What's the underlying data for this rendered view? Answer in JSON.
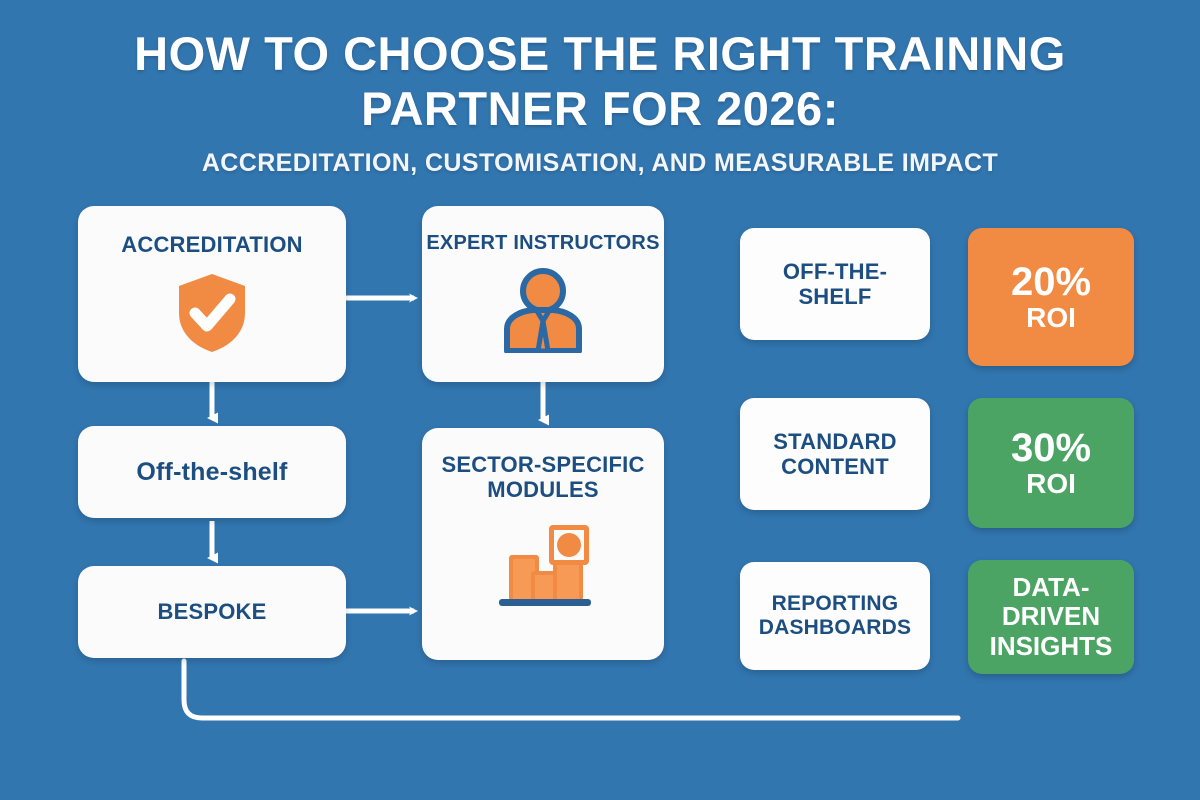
{
  "theme": {
    "background": "#3276b0",
    "card_bg": "#fbfbfb",
    "text_blue": "#1d4e82",
    "accent_orange": "#f18a42",
    "accent_green": "#4ba464",
    "connector": "#ffffff"
  },
  "header": {
    "title_line_1": "HOW TO CHOOSE THE RIGHT TRAINING",
    "title_line_2": "PARTNER FOR 2026:",
    "subtitle": "ACCREDITATION, CUSTOMISATION, AND MEASURABLE IMPACT"
  },
  "flow": {
    "accreditation": {
      "label": "ACCREDITATION",
      "icon": "shield-check-icon"
    },
    "expert_instructors": {
      "label": "EXPERT INSTRUCTORS",
      "icon": "person-tie-icon"
    },
    "off_the_shelf": {
      "label": "Off-the-shelf"
    },
    "bespoke": {
      "label": "BESPOKE"
    },
    "sector_modules": {
      "label_line_1": "SECTOR-SPECIFIC",
      "label_line_2": "MODULES",
      "icon": "bar-chart-icon"
    }
  },
  "comparison": {
    "rows": [
      {
        "label_line_1": "OFF-THE-",
        "label_line_2": "SHELF",
        "metric_big": "20%",
        "metric_small": "ROI",
        "metric_color": "#f18a42"
      },
      {
        "label_line_1": "STANDARD",
        "label_line_2": "CONTENT",
        "metric_big": "30%",
        "metric_small": "ROI",
        "metric_color": "#4ba464"
      },
      {
        "label_line_1": "REPORTING",
        "label_line_2": "DASHBOARDS",
        "metric_multi_1": "DATA-",
        "metric_multi_2": "DRIVEN",
        "metric_multi_3": "INSIGHTS",
        "metric_color": "#4ba464"
      }
    ]
  }
}
